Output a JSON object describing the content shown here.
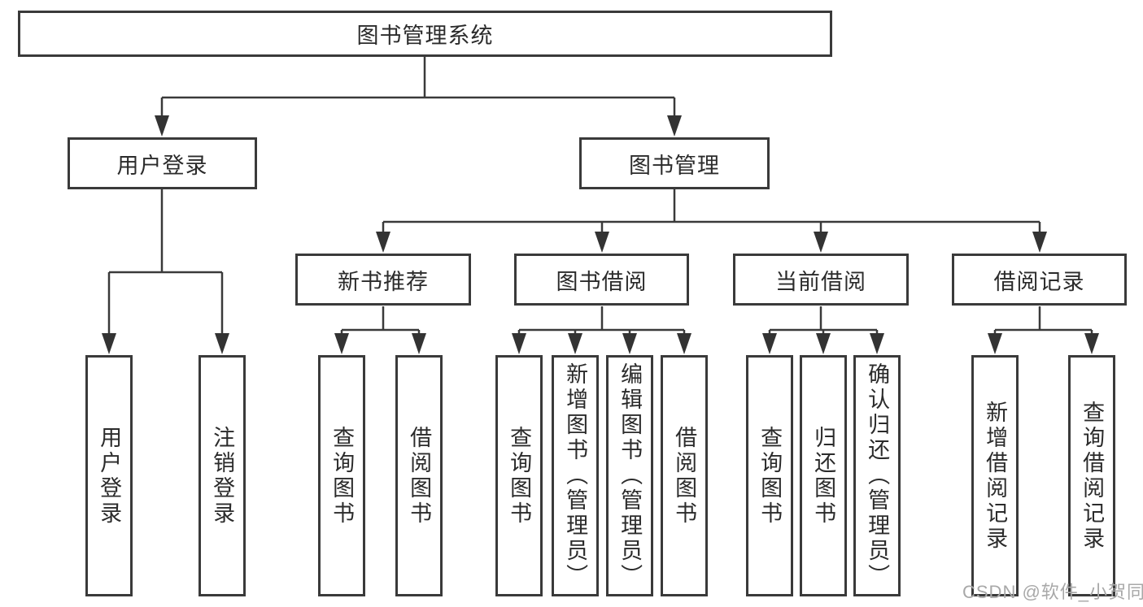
{
  "style": {
    "background": "#ffffff",
    "box_border_color": "#3a3a3a",
    "line_color": "#3a3a3a",
    "arrow_color": "#333333",
    "text_color": "#2b2b2b",
    "watermark_color": "#a8a8a8"
  },
  "tree": {
    "root": {
      "label": "图书管理系统"
    },
    "branches": [
      {
        "label": "用户登录",
        "children": [
          {
            "label": "用户登录"
          },
          {
            "label": "注销登录"
          }
        ]
      },
      {
        "label": "图书管理",
        "children": [
          {
            "label": "新书推荐",
            "children": [
              {
                "label": "查询图书"
              },
              {
                "label": "借阅图书"
              }
            ]
          },
          {
            "label": "图书借阅",
            "children": [
              {
                "label": "查询图书"
              },
              {
                "label": "新增图书（管理员）"
              },
              {
                "label": "编辑图书（管理员）"
              },
              {
                "label": "借阅图书"
              }
            ]
          },
          {
            "label": "当前借阅",
            "children": [
              {
                "label": "查询图书"
              },
              {
                "label": "归还图书"
              },
              {
                "label": "确认归还（管理员）"
              }
            ]
          },
          {
            "label": "借阅记录",
            "children": [
              {
                "label": "新增借阅记录"
              },
              {
                "label": "查询借阅记录"
              }
            ]
          }
        ]
      }
    ]
  },
  "watermark": {
    "text": "CSDN @软件_小贺同学"
  }
}
